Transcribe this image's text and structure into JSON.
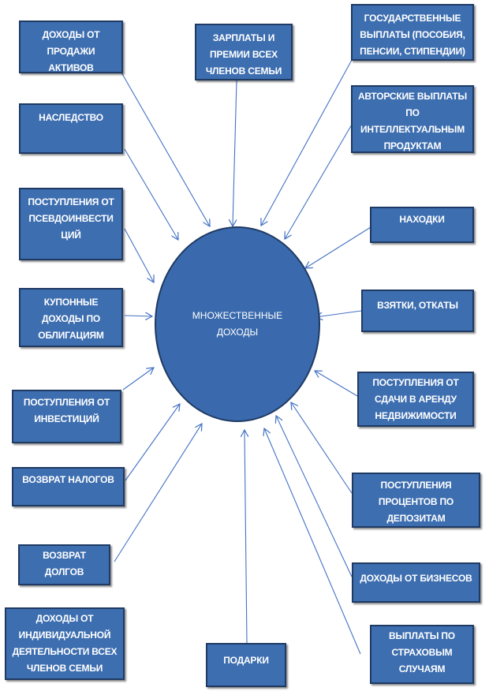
{
  "diagram": {
    "center": {
      "label": "МНОЖЕСТВЕННЫЕ\nДОХОДЫ"
    },
    "colors": {
      "box_fill": "#3d6eb0",
      "box_border": "#1f3a63",
      "arrow": "#4472c4",
      "text": "#ffffff"
    },
    "sources": [
      {
        "id": "asset-sales",
        "label": "ДОХОДЫ ОТ\nПРОДАЖИ\nАКТИВОВ"
      },
      {
        "id": "salaries",
        "label": "ЗАРПЛАТЫ И\nПРЕМИИ ВСЕХ\nЧЛЕНОВ СЕМЬИ"
      },
      {
        "id": "state-payments",
        "label": "ГОСУДАРСТВЕННЫЕ\nВЫПЛАТЫ (ПОСОБИЯ,\nПЕНСИИ, СТИПЕНДИИ)"
      },
      {
        "id": "inheritance",
        "label": "НАСЛЕДСТВО"
      },
      {
        "id": "royalties",
        "label": "АВТОРСКИЕ ВЫПЛАТЫ\nПО\nИНТЕЛЛЕКТУАЛЬНЫМ\nПРОДУКТАМ"
      },
      {
        "id": "pseudo-investments",
        "label": "ПОСТУПЛЕНИЯ ОТ\nПСЕВДОИНВЕСТИ\nЦИЙ"
      },
      {
        "id": "findings",
        "label": "НАХОДКИ"
      },
      {
        "id": "coupons",
        "label": "КУПОННЫЕ\nДОХОДЫ ПО\nОБЛИГАЦИЯМ"
      },
      {
        "id": "bribes",
        "label": "ВЗЯТКИ, ОТКАТЫ"
      },
      {
        "id": "investments",
        "label": "ПОСТУПЛЕНИЯ ОТ\nИНВЕСТИЦИЙ"
      },
      {
        "id": "rent",
        "label": "ПОСТУПЛЕНИЯ ОТ\nСДАЧИ В АРЕНДУ\nНЕДВИЖИМОСТИ"
      },
      {
        "id": "tax-refund",
        "label": "ВОЗВРАТ НАЛОГОВ"
      },
      {
        "id": "deposits",
        "label": "ПОСТУПЛЕНИЯ\nПРОЦЕНТОВ ПО\nДЕПОЗИТАМ"
      },
      {
        "id": "debt-return",
        "label": "ВОЗВРАТ\nДОЛГОВ"
      },
      {
        "id": "business",
        "label": "ДОХОДЫ ОТ БИЗНЕСОВ"
      },
      {
        "id": "individual-activity",
        "label": "ДОХОДЫ ОТ\nИНДИВИДУАЛЬНОЙ\nДЕЯТЕЛЬНОСТИ ВСЕХ\nЧЛЕНОВ СЕМЬИ"
      },
      {
        "id": "gifts",
        "label": "ПОДАРКИ"
      },
      {
        "id": "insurance",
        "label": "ВЫПЛАТЫ ПО\nСТРАХОВЫМ\nСЛУЧАЯМ"
      }
    ]
  }
}
